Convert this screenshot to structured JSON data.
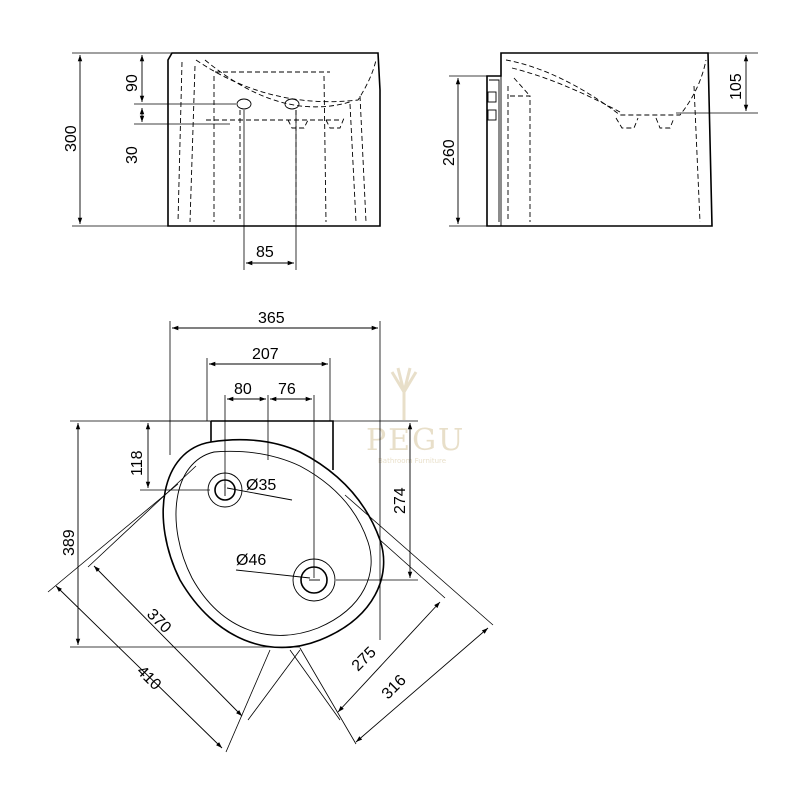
{
  "watermark": {
    "brand": "PEGU",
    "tagline": "Bathroom Furniture"
  },
  "front_view": {
    "dims": {
      "height": "300",
      "rim_depth": "90",
      "drain_offset": "30",
      "drain_spacing": "85"
    }
  },
  "side_view": {
    "dims": {
      "height": "260",
      "bowl_depth": "105"
    }
  },
  "top_view": {
    "dims": {
      "width": "365",
      "back_width": "207",
      "tap_offset": "80",
      "drain_x_offset": "76",
      "tap_from_wall": "118",
      "drain_from_wall": "274",
      "depth": "389",
      "diag_inner": "370",
      "diag_outer": "410",
      "diag_side_inner": "275",
      "diag_side_outer": "316",
      "tap_hole": "Ø35",
      "drain_hole": "Ø46"
    }
  },
  "colors": {
    "line": "#000000",
    "watermark": "#e6dcc4"
  }
}
